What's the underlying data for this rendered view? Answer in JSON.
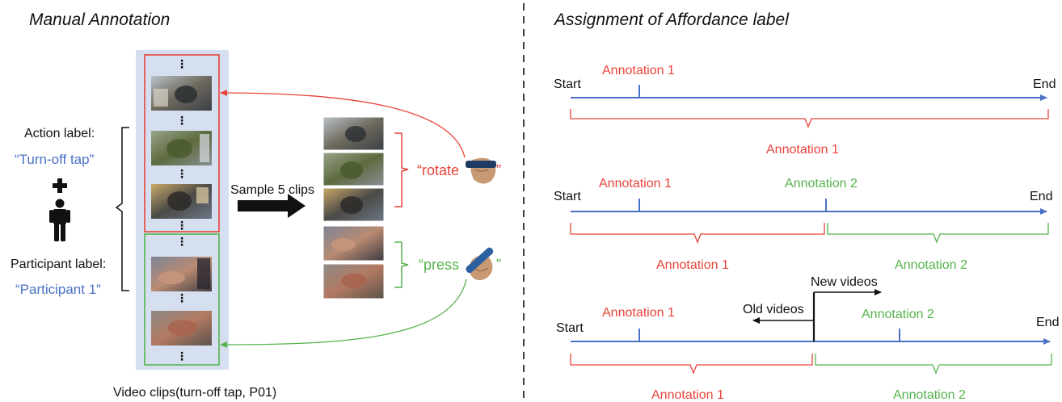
{
  "left_panel": {
    "title": "Manual Annotation",
    "action_label_caption": "Action label:",
    "action_label_value": "“Turn-off tap”",
    "participant_label_caption": "Participant label:",
    "participant_label_value": "“Participant 1”",
    "sample_arrow_label": "Sample 5 clips",
    "verb_1": "“rotate",
    "verb_1_close": "”",
    "verb_2": "“press",
    "verb_2_close": "”",
    "ellipsis": "⋮",
    "video_strip_caption": "Video clips(turn-off tap, P01)"
  },
  "right_panel": {
    "title": "Assignment of Affordance label",
    "start_label": "Start",
    "end_label": "End",
    "annotation_1": "Annotation 1",
    "annotation_2": "Annotation 2",
    "new_videos_label": "New videos",
    "old_videos_label": "Old videos"
  },
  "colors": {
    "red": "#e8433a",
    "green": "#55b34c",
    "blue": "#4a72c4",
    "strip_bg": "#d6dff0",
    "text": "#111111"
  }
}
